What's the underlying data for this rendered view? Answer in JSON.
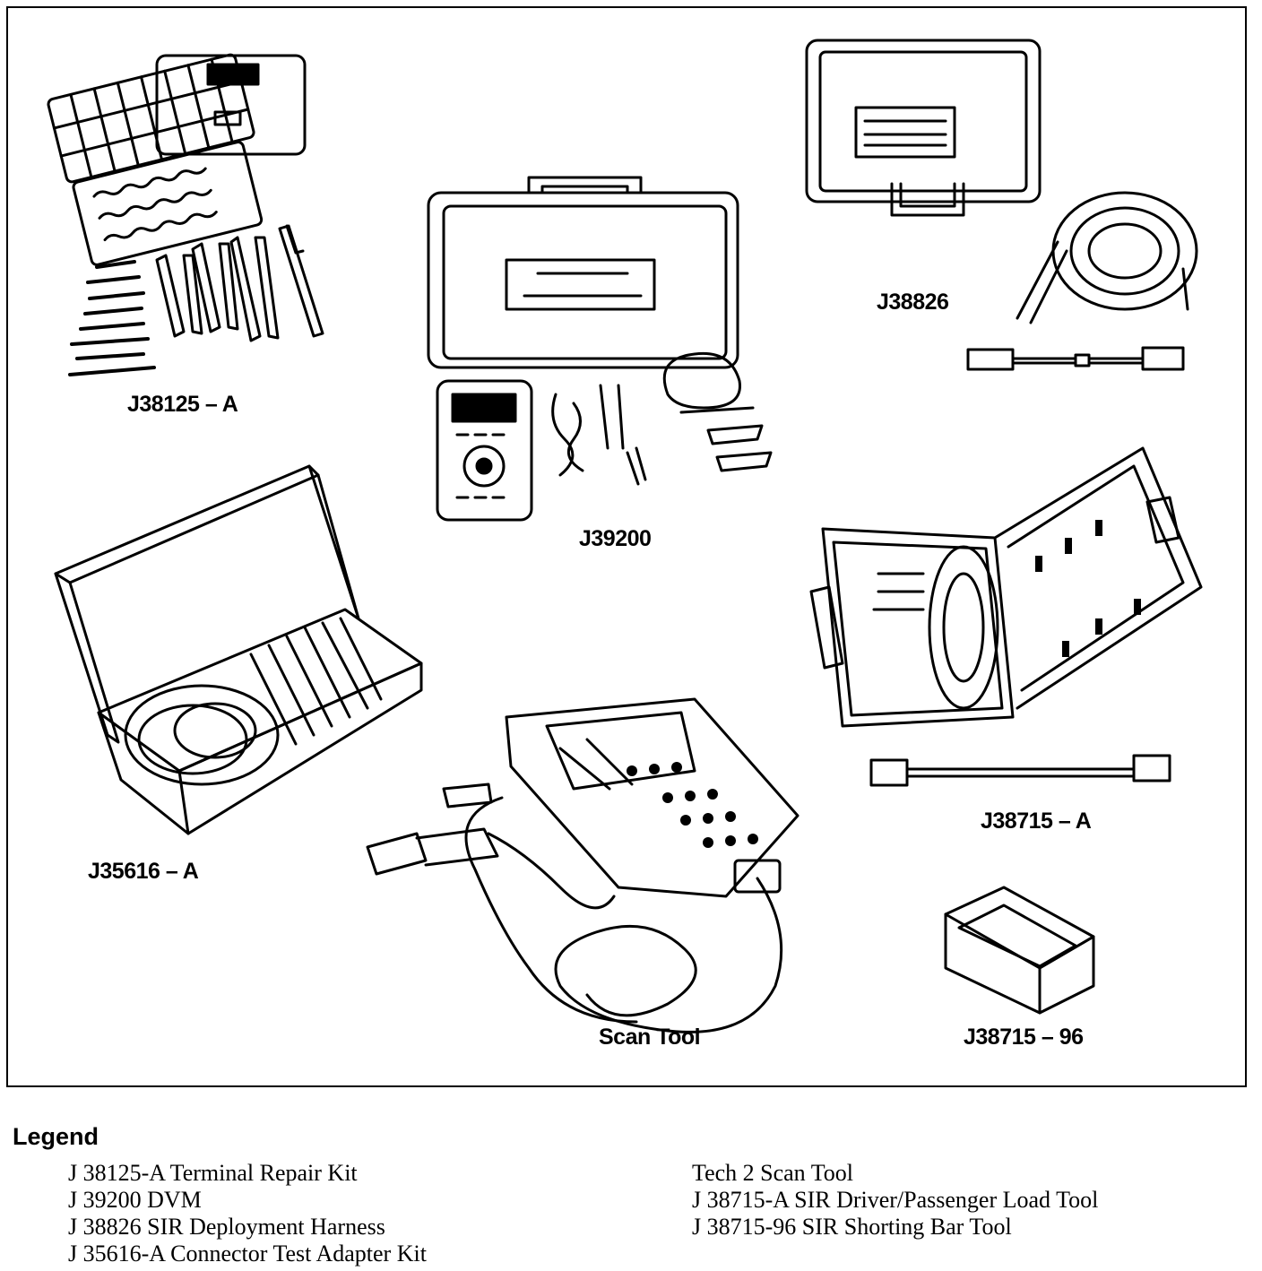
{
  "diagram": {
    "labels": {
      "terminal_repair_kit": "J38125 – A",
      "dvm": "J39200",
      "deployment_harness": "J38826",
      "connector_test_adapter": "J35616 – A",
      "load_tool": "J38715 – A",
      "scan_tool": "Scan Tool",
      "shorting_bar": "J38715 – 96"
    }
  },
  "legend": {
    "title": "Legend",
    "left": [
      "J 38125-A Terminal Repair Kit",
      "J 39200 DVM",
      "J 38826 SIR Deployment Harness",
      "J 35616-A Connector Test Adapter Kit"
    ],
    "right": [
      "Tech 2 Scan Tool",
      "J 38715-A SIR Driver/Passenger Load Tool",
      "J 38715-96 SIR Shorting Bar Tool"
    ]
  }
}
